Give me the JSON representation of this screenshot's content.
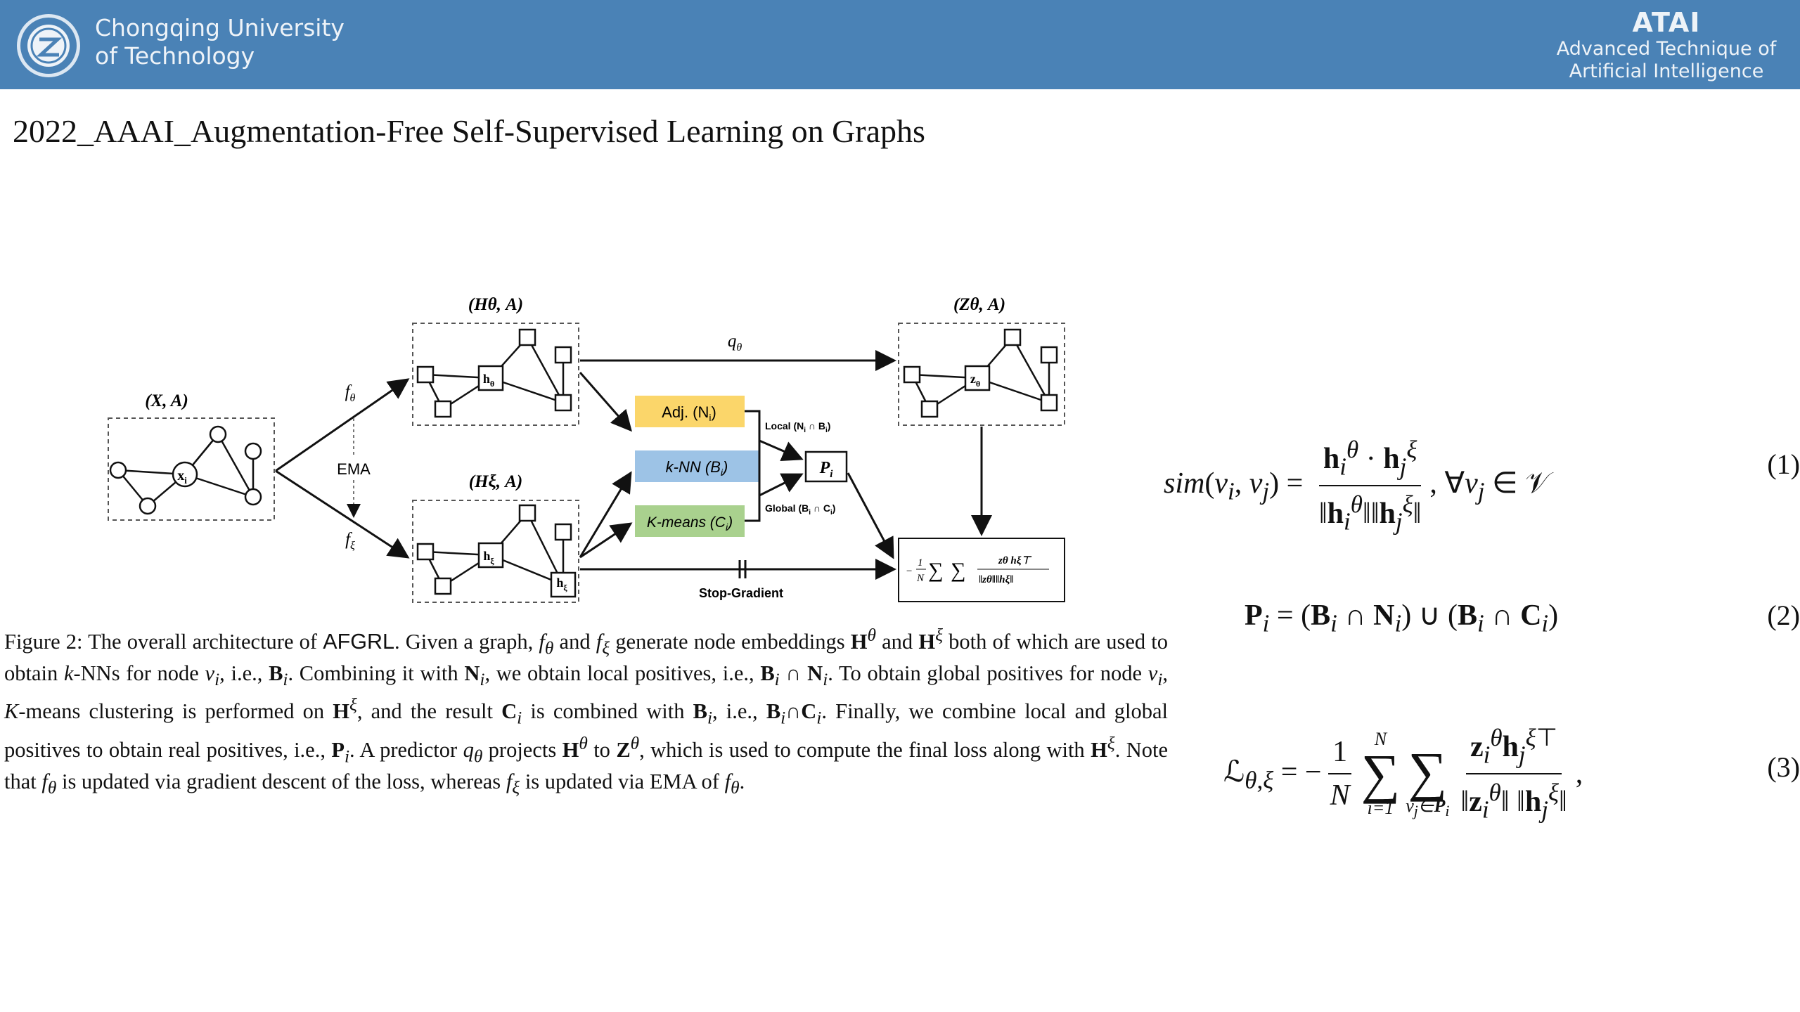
{
  "header": {
    "university_line1": "Chongqing University",
    "university_line2": "of Technology",
    "lab_name": "ATAI",
    "lab_line1": "Advanced Technique of",
    "lab_line2": "Artificial  Intelligence",
    "bg_color": "#4a82b6"
  },
  "title": "2022_AAAI_Augmentation-Free Self-Supervised Learning on Graphs",
  "diagram": {
    "xa_label": "(X, A)",
    "node_label": "x",
    "node_sub": "i",
    "f_theta": "f",
    "f_theta_sub": "θ",
    "f_xi": "f",
    "f_xi_sub": "ξ",
    "ema": "EMA",
    "h_theta_label": "(Hθ, A)",
    "h_xi_label": "(Hξ, A)",
    "z_label": "(Zθ, A)",
    "h_node": "h",
    "z_node": "z",
    "q_theta": "q",
    "q_sub": "θ",
    "adj": "Adj. (N",
    "knn": "k-NN (B",
    "kmeans": "K-means (C",
    "local": "Local (N",
    "global": "Global (B",
    "p_node": "P",
    "stop_gradient": "Stop-Gradient",
    "colors": {
      "adj": "#fbd66a",
      "knn": "#9dc3e6",
      "kmeans": "#a9d18e"
    }
  },
  "caption": {
    "figure_label": "Figure 2:",
    "method": "AFGRL",
    "text_1": " The overall architecture of ",
    "text_2": ". Given a graph, ",
    "text_3": " and ",
    "text_4": " generate node embeddings ",
    "text_5": " and ",
    "text_6": " both of which are used to obtain ",
    "text_7": "-NNs for node ",
    "text_8": ", i.e., ",
    "text_9": ". Combining it with ",
    "text_10": ", we obtain local positives, i.e., ",
    "text_11": ". To obtain global positives for node ",
    "text_12": ", ",
    "text_13": "-means clustering is performed on ",
    "text_14": ", and the result ",
    "text_15": " is combined with ",
    "text_16": ", i.e., ",
    "text_17": ". Finally, we combine local and global positives to obtain real positives, i.e., ",
    "text_18": ". A predictor ",
    "text_19": " projects ",
    "text_20": " to ",
    "text_21": ", which is used to compute the final loss along with ",
    "text_22": ". Note that ",
    "text_23": " is updated via gradient descent of the loss, whereas ",
    "text_24": " is updated via EMA of ",
    "text_25": "."
  },
  "equations": {
    "eq1_number": "(1)",
    "eq2_number": "(2)",
    "eq3_number": "(3)"
  }
}
